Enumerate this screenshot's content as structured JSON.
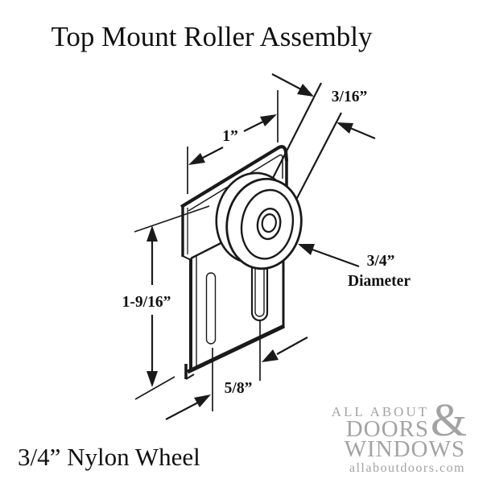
{
  "title": "Top Mount Roller Assembly",
  "caption": "3/4” Nylon Wheel",
  "diagram": {
    "part": "top-mount-roller-assembly",
    "labels": {
      "track_thickness": "3/16”",
      "plate_width": "1”",
      "wheel_diameter": "3/4”",
      "wheel_diameter_word": "Diameter",
      "bracket_height": "1-9/16”",
      "slot_spacing": "5/8”"
    }
  },
  "watermark": {
    "line1": "ALL ABOUT",
    "ampersand": "&",
    "line2": "DOORS",
    "line3": "WINDOWS",
    "website": "allaboutdoors.com",
    "color": "#a3a3a3"
  },
  "colors": {
    "ink": "#1a1a1a",
    "background": "#ffffff"
  }
}
